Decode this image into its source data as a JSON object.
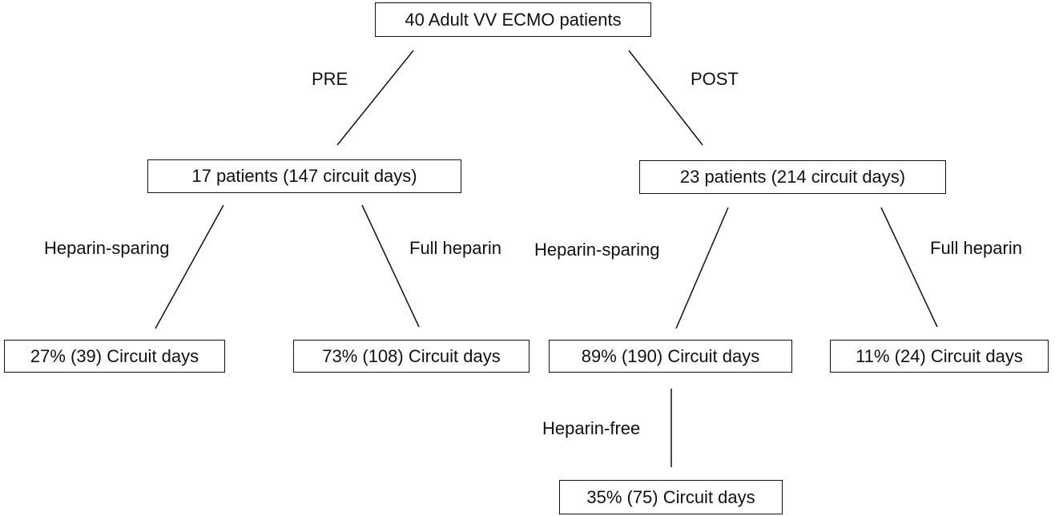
{
  "nodes": {
    "root": "40 Adult VV ECMO patients",
    "pre": "17 patients (147 circuit days)",
    "post": "23 patients (214 circuit days)",
    "pre_sparing": "27% (39) Circuit days",
    "pre_full": "73% (108) Circuit days",
    "post_sparing": "89% (190) Circuit days",
    "post_full": "11% (24) Circuit days",
    "post_free": "35% (75) Circuit days"
  },
  "edges": {
    "pre": "PRE",
    "post": "POST",
    "pre_sparing": "Heparin-sparing",
    "pre_full": "Full heparin",
    "post_sparing": "Heparin-sparing",
    "post_full": "Full heparin",
    "heparin_free": "Heparin-free"
  }
}
